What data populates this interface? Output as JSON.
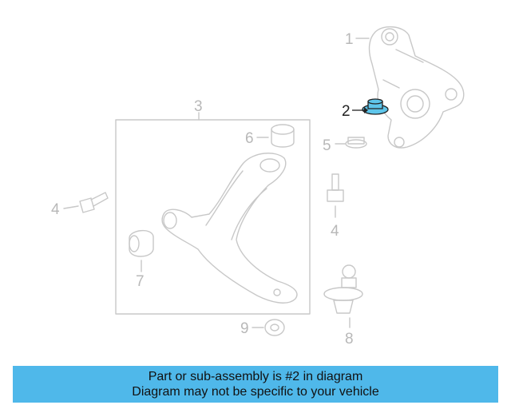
{
  "diagram": {
    "callouts": {
      "c1": "1",
      "c2": "2",
      "c3": "3",
      "c4_left": "4",
      "c4_right": "4",
      "c5": "5",
      "c6": "6",
      "c7": "7",
      "c8": "8",
      "c9": "9"
    },
    "highlight_color": "#5ec5ea",
    "line_color": "#c8c8c8"
  },
  "banner": {
    "line1": "Part or sub-assembly is #2 in diagram",
    "line2": "Diagram may not be specific to your vehicle",
    "background": "#4fb8ea"
  }
}
